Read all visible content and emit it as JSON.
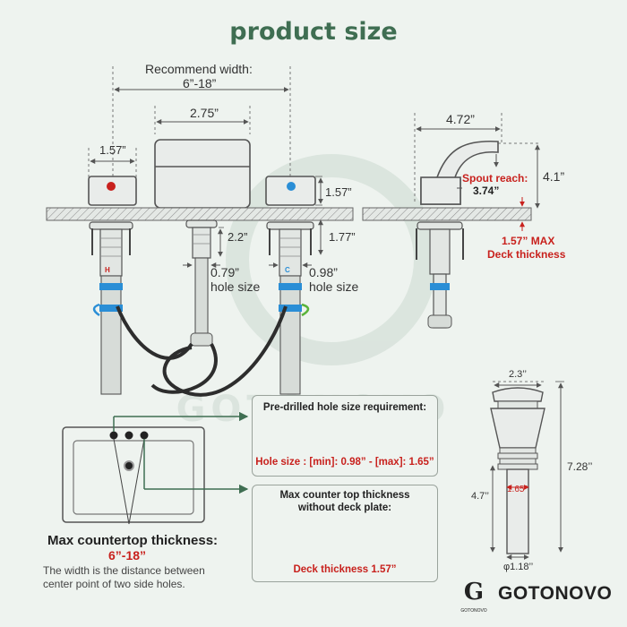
{
  "title": "product size",
  "colors": {
    "accent_green": "#3f6e52",
    "red": "#c8211d",
    "blue": "#2a8ed6",
    "line": "#666666"
  },
  "faucet_front": {
    "recommend_width_label": "Recommend width:",
    "recommend_width_value": "6”-18”",
    "spout_width": "2.75”",
    "handle_width": "1.57”",
    "handle_height": "1.57”",
    "shank_drop": "1.77”",
    "spout_shank": "2.2”",
    "hot_label": "H",
    "cold_label": "C",
    "spout_hole": "0.79”",
    "handle_hole": "0.98”",
    "hole_size_text": "hole size"
  },
  "faucet_side": {
    "spout_length": "4.72”",
    "spout_height": "4.1”",
    "spout_reach_label": "Spout reach:",
    "spout_reach_value": "3.74”",
    "deck_max_label": "1.57” MAX",
    "deck_max_sub": "Deck thickness"
  },
  "pre_drilled": {
    "heading": "Pre-drilled hole size requirement:",
    "hole_size_text": "Hole size : [min]: 0.98” - [max]: 1.65”"
  },
  "counter_top": {
    "heading_line1": "Max counter top thickness",
    "heading_line2": "without deck plate:",
    "deck_text": "Deck thickness 1.57”"
  },
  "sink": {
    "max_label": "Max countertop thickness:",
    "max_value": "6”-18”",
    "note_line1": "The width is the distance between",
    "note_line2": "center point of two side holes."
  },
  "drain": {
    "top_width": "2.3’’",
    "total_height": "7.28’’",
    "body_height": "4.7’’",
    "inner_width": "1.65”",
    "pipe_diameter": "φ1.18’’"
  },
  "brand": {
    "name": "GOTONOVO",
    "watermark": "GOTONOVO",
    "logo_small": "GOTONOVO"
  }
}
